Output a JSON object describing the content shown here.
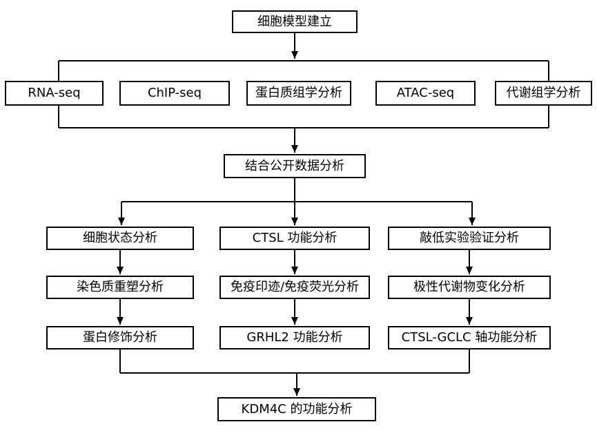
{
  "diagram": {
    "type": "flowchart",
    "background_color": "#ffffff",
    "line_color": "#000000",
    "box_border_color": "#000000",
    "box_fill_color": "#ffffff",
    "text_color": "#000000"
  },
  "nodes": {
    "cell_model": {
      "label": "细胞模型建立"
    },
    "rna_seq": {
      "label": "RNA-seq"
    },
    "chip_seq": {
      "label": "ChIP-seq"
    },
    "proteomics": {
      "label": "蛋白质组学分析"
    },
    "atac_seq": {
      "label": "ATAC-seq"
    },
    "metabolomics": {
      "label": "代谢组学分析"
    },
    "public_data": {
      "label": "结合公开数据分析"
    },
    "cell_state": {
      "label": "细胞状态分析"
    },
    "ctsl_function": {
      "label": "CTSL 功能分析"
    },
    "knockdown": {
      "label": "敲低实验验证分析"
    },
    "chromatin_remodeling": {
      "label": "染色质重塑分析"
    },
    "blot_immunofluorescence": {
      "label": "免疫印迹/免疫荧光分析"
    },
    "polar_metabolites": {
      "label": "极性代谢物变化分析"
    },
    "protein_modification": {
      "label": "蛋白修饰分析"
    },
    "grhl2_function": {
      "label": "GRHL2 功能分析"
    },
    "ctsl_gclc_axis": {
      "label": "CTSL-GCLC 轴功能分析"
    },
    "kdm4c_function": {
      "label": "KDM4C 的功能分析"
    }
  },
  "edges": [
    {
      "from": "cell_model",
      "to": "rna_seq"
    },
    {
      "from": "cell_model",
      "to": "chip_seq"
    },
    {
      "from": "cell_model",
      "to": "proteomics"
    },
    {
      "from": "cell_model",
      "to": "atac_seq"
    },
    {
      "from": "cell_model",
      "to": "metabolomics"
    },
    {
      "from": "rna_seq",
      "to": "public_data"
    },
    {
      "from": "chip_seq",
      "to": "public_data"
    },
    {
      "from": "proteomics",
      "to": "public_data"
    },
    {
      "from": "atac_seq",
      "to": "public_data"
    },
    {
      "from": "metabolomics",
      "to": "public_data"
    },
    {
      "from": "public_data",
      "to": "cell_state"
    },
    {
      "from": "public_data",
      "to": "ctsl_function"
    },
    {
      "from": "public_data",
      "to": "knockdown"
    },
    {
      "from": "cell_state",
      "to": "chromatin_remodeling"
    },
    {
      "from": "chromatin_remodeling",
      "to": "protein_modification"
    },
    {
      "from": "ctsl_function",
      "to": "blot_immunofluorescence"
    },
    {
      "from": "blot_immunofluorescence",
      "to": "grhl2_function"
    },
    {
      "from": "knockdown",
      "to": "polar_metabolites"
    },
    {
      "from": "polar_metabolites",
      "to": "ctsl_gclc_axis"
    },
    {
      "from": "protein_modification",
      "to": "kdm4c_function"
    },
    {
      "from": "grhl2_function",
      "to": "kdm4c_function"
    },
    {
      "from": "ctsl_gclc_axis",
      "to": "kdm4c_function"
    }
  ]
}
